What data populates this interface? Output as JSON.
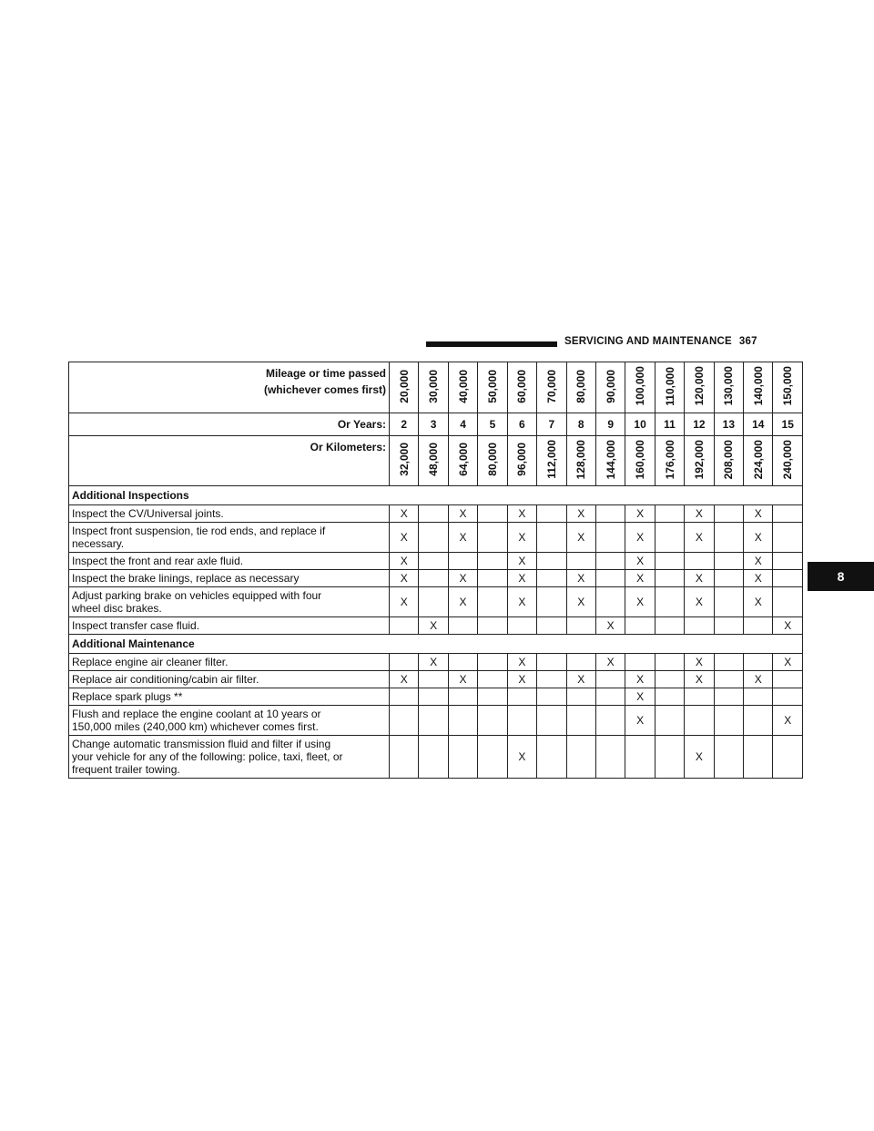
{
  "page_header": {
    "section_title": "SERVICING AND MAINTENANCE",
    "page_number": "367",
    "chapter_tab": "8"
  },
  "table": {
    "mileage_label": [
      "Mileage or time passed",
      "(whichever comes first)"
    ],
    "miles": [
      "20,000",
      "30,000",
      "40,000",
      "50,000",
      "60,000",
      "70,000",
      "80,000",
      "90,000",
      "100,000",
      "110,000",
      "120,000",
      "130,000",
      "140,000",
      "150,000"
    ],
    "years_label": "Or Years:",
    "years": [
      "2",
      "3",
      "4",
      "5",
      "6",
      "7",
      "8",
      "9",
      "10",
      "11",
      "12",
      "13",
      "14",
      "15"
    ],
    "km_label": "Or Kilometers:",
    "kilometers": [
      "32,000",
      "48,000",
      "64,000",
      "80,000",
      "96,000",
      "112,000",
      "128,000",
      "144,000",
      "160,000",
      "176,000",
      "192,000",
      "208,000",
      "224,000",
      "240,000"
    ],
    "sections": [
      {
        "title": "Additional Inspections",
        "rows": [
          {
            "label": [
              "Inspect the CV/Universal joints."
            ],
            "marks": [
              "X",
              "",
              "X",
              "",
              "X",
              "",
              "X",
              "",
              "X",
              "",
              "X",
              "",
              "X",
              ""
            ]
          },
          {
            "label": [
              "Inspect front suspension, tie rod ends, and replace if",
              "necessary."
            ],
            "marks": [
              "X",
              "",
              "X",
              "",
              "X",
              "",
              "X",
              "",
              "X",
              "",
              "X",
              "",
              "X",
              ""
            ]
          },
          {
            "label": [
              "Inspect the front and rear axle fluid."
            ],
            "marks": [
              "X",
              "",
              "",
              "",
              "X",
              "",
              "",
              "",
              "X",
              "",
              "",
              "",
              "X",
              ""
            ]
          },
          {
            "label": [
              "Inspect the brake linings, replace as necessary"
            ],
            "marks": [
              "X",
              "",
              "X",
              "",
              "X",
              "",
              "X",
              "",
              "X",
              "",
              "X",
              "",
              "X",
              ""
            ]
          },
          {
            "label": [
              "Adjust parking brake on vehicles equipped with four",
              "wheel disc brakes."
            ],
            "marks": [
              "X",
              "",
              "X",
              "",
              "X",
              "",
              "X",
              "",
              "X",
              "",
              "X",
              "",
              "X",
              ""
            ]
          },
          {
            "label": [
              "Inspect transfer case fluid."
            ],
            "marks": [
              "",
              "X",
              "",
              "",
              "",
              "",
              "",
              "X",
              "",
              "",
              "",
              "",
              "",
              "X"
            ]
          }
        ]
      },
      {
        "title": "Additional Maintenance",
        "rows": [
          {
            "label": [
              "Replace engine air cleaner filter."
            ],
            "marks": [
              "",
              "X",
              "",
              "",
              "X",
              "",
              "",
              "X",
              "",
              "",
              "X",
              "",
              "",
              "X"
            ]
          },
          {
            "label": [
              "Replace air conditioning/cabin air filter."
            ],
            "marks": [
              "X",
              "",
              "X",
              "",
              "X",
              "",
              "X",
              "",
              "X",
              "",
              "X",
              "",
              "X",
              ""
            ]
          },
          {
            "label": [
              "Replace spark plugs **"
            ],
            "marks": [
              "",
              "",
              "",
              "",
              "",
              "",
              "",
              "",
              "X",
              "",
              "",
              "",
              "",
              ""
            ]
          },
          {
            "label": [
              "Flush and replace the engine coolant at 10 years or",
              "150,000 miles (240,000 km) whichever comes first."
            ],
            "marks": [
              "",
              "",
              "",
              "",
              "",
              "",
              "",
              "",
              "X",
              "",
              "",
              "",
              "",
              "X"
            ]
          },
          {
            "label": [
              "Change automatic transmission fluid and filter if using",
              "your vehicle for any of the following: police, taxi, fleet, or",
              "frequent trailer towing."
            ],
            "marks": [
              "",
              "",
              "",
              "",
              "X",
              "",
              "",
              "",
              "",
              "",
              "X",
              "",
              "",
              ""
            ]
          }
        ]
      }
    ]
  }
}
